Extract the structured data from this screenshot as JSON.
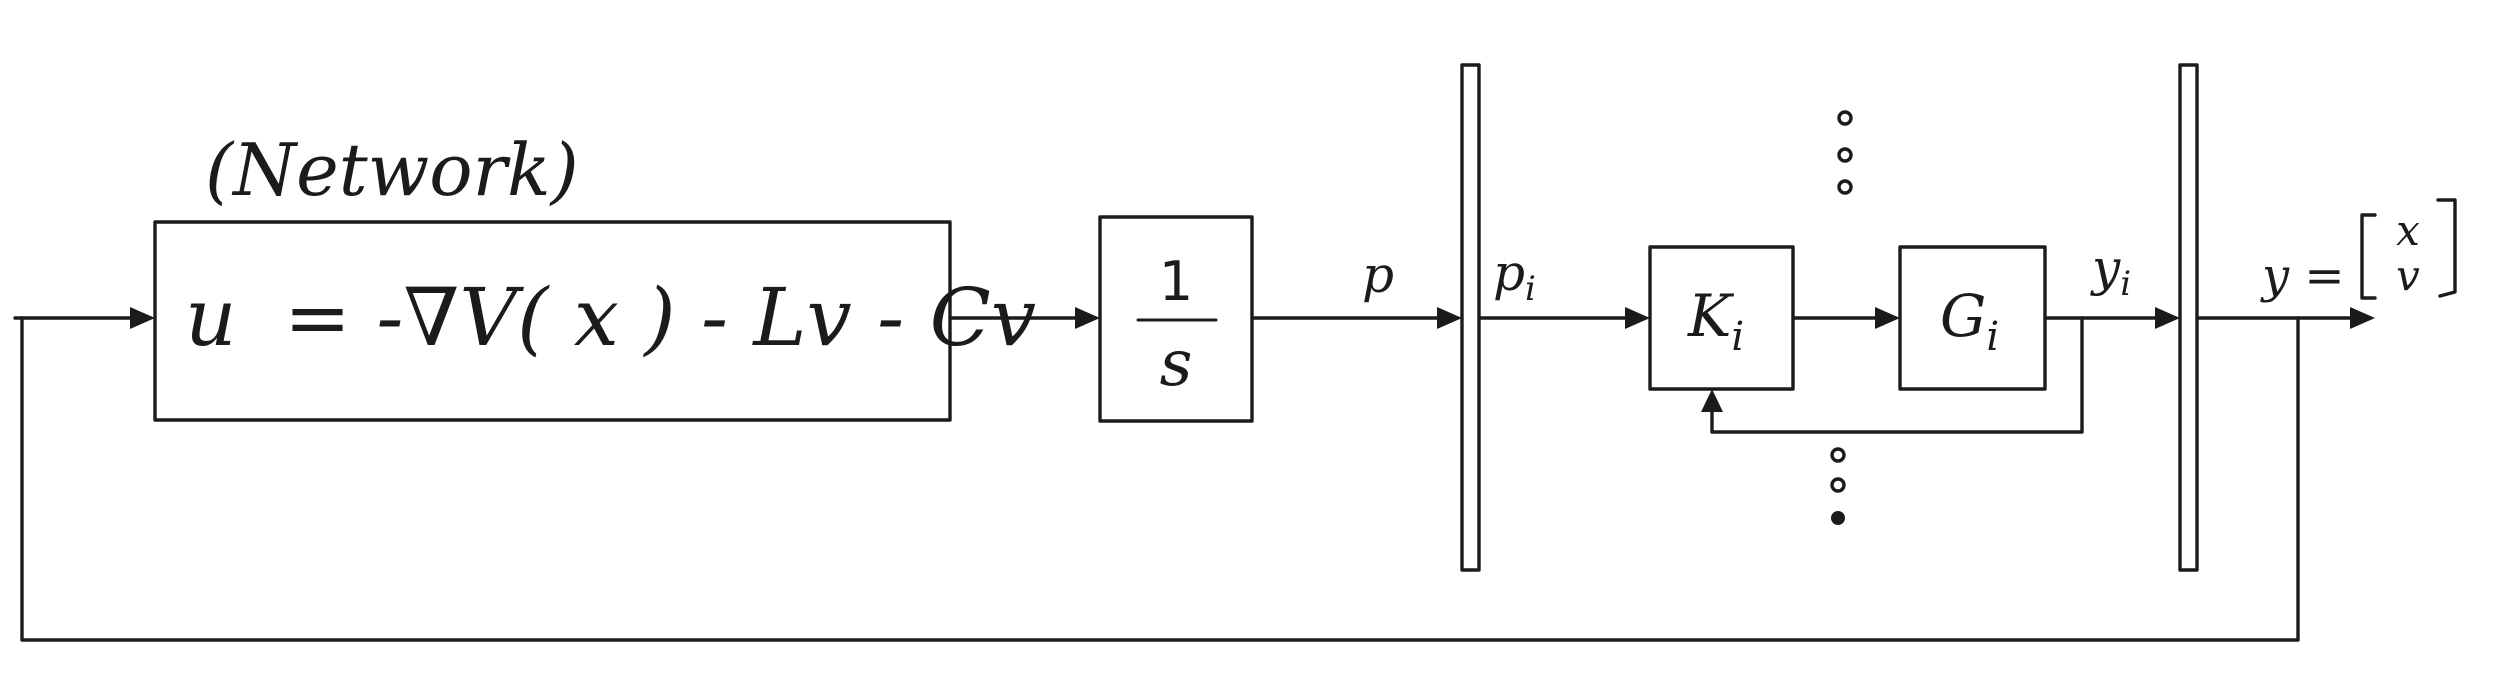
{
  "network_label": "(Network)",
  "controller_block": {
    "expr_u": "u",
    "expr_eq": "= -∇V(",
    "expr_x": "x",
    "expr_rest": ") - Lv - Cv"
  },
  "integrator_block": {
    "numerator": "1",
    "denominator": "s"
  },
  "signal_p": "p",
  "signal_p_i": {
    "base": "p",
    "sub": "i"
  },
  "block_K": {
    "base": "K",
    "sub": "i"
  },
  "block_G": {
    "base": "G",
    "sub": "i"
  },
  "signal_y_i": {
    "base": "y",
    "sub": "i"
  },
  "output_vector": {
    "lhs": "y =",
    "top": "x",
    "bottom": "v"
  }
}
